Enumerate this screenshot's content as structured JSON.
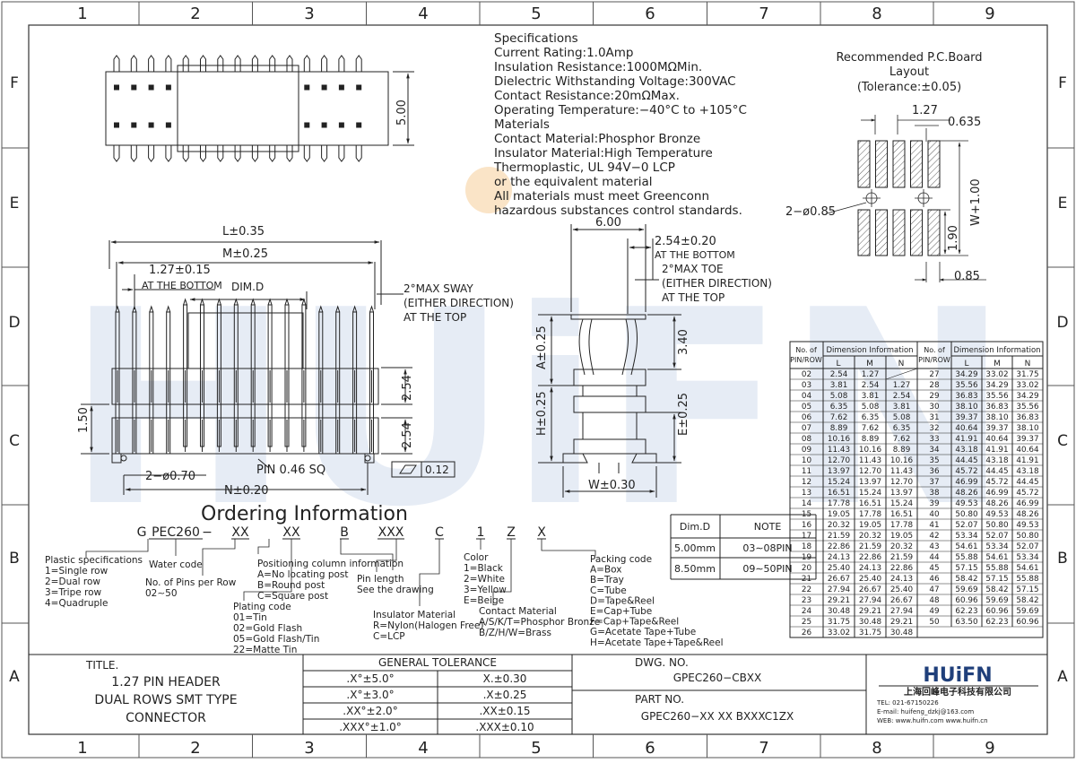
{
  "grid": {
    "columns": [
      "1",
      "2",
      "3",
      "4",
      "5",
      "6",
      "7",
      "8",
      "9"
    ],
    "rows": [
      "F",
      "E",
      "D",
      "C",
      "B",
      "A"
    ]
  },
  "watermark": "HUiFN",
  "specifications": {
    "lines": [
      "Specifications",
      "Current Rating:1.0Amp",
      "Insulation Resistance:1000MΩMin.",
      "Dielectric Withstanding Voltage:300VAC",
      "Contact Resistance:20mΩMax.",
      "Operating Temperature:−40°C to +105°C",
      "Materials",
      "Contact Material:Phosphor Bronze",
      "Insulator Material:High Temperature",
      "Thermoplastic, UL 94V−0 LCP",
      "or the equivalent material",
      "All materials must meet Greenconn",
      "hazardous substances control standards."
    ]
  },
  "pcb_layout": {
    "title_lines": [
      "Recommended P.C.Board",
      "Layout",
      "(Tolerance:±0.05)"
    ],
    "dims": {
      "pitch": "1.27",
      "pad_width": "0.635",
      "hole": "2−ø0.85",
      "w_dim": "W+1.00",
      "pad_len": "1.90",
      "offset": "0.85"
    }
  },
  "top_view": {
    "height_dim": "5.00"
  },
  "front_view": {
    "L": "L±0.35",
    "M": "M±0.25",
    "pitch": "1.27±0.15",
    "pitch_note": "AT THE BOTTOM",
    "dim_d": "DIM.D",
    "sway_lines": [
      "2°MAX SWAY",
      "(EITHER DIRECTION)",
      "AT THE TOP"
    ],
    "row1": "2.54",
    "row2": "2.54",
    "left_dim": "1.50",
    "holes": "2−ø0.70",
    "pin": "PIN 0.46 SQ",
    "flatness": "0.12",
    "N": "N±0.20"
  },
  "side_view": {
    "width": "6.00",
    "toe": "2.54±0.20",
    "toe_note": "AT THE BOTTOM",
    "toe_lines": [
      "2°MAX TOE",
      "(EITHER DIRECTION)",
      "AT THE TOP"
    ],
    "A": "A±0.25",
    "H": "H±0.25",
    "E": "E±0.25",
    "top": "3.40",
    "W": "W±0.30"
  },
  "ordering": {
    "title": "Ordering Information",
    "code": [
      "G",
      "PEC260",
      "−",
      "XX",
      "XX",
      "B",
      "XXX",
      "C",
      "1",
      "Z",
      "X"
    ],
    "plastic": [
      "Plastic specifications",
      "1=Single row",
      "2=Dual row",
      "3=Tripe row",
      "4=Quadruple"
    ],
    "water": "Water code",
    "pins": [
      "No. of Pins per Row",
      "02∼50"
    ],
    "plating": [
      "Plating code",
      "01=Tin",
      "02=Gold Flash",
      "05=Gold Flash/Tin",
      "22=Matte Tin"
    ],
    "positioning": [
      "Positioning column information",
      "A=No locating post",
      "B=Round post",
      "C=Square post"
    ],
    "pin_length": [
      "Pin length",
      "See the drawing"
    ],
    "insulator": [
      "Insulator Material",
      "R=Nylon(Halogen Free)",
      "C=LCP"
    ],
    "color": [
      "Color",
      "1=Black",
      "2=White",
      "3=Yellow",
      "E=Beige"
    ],
    "contact": [
      "Contact Material",
      "A/S/K/T=Phosphor Bronze",
      "B/Z/H/W=Brass"
    ],
    "packing": [
      "Packing code",
      "A=Box",
      "B=Tray",
      "C=Tube",
      "D=Tape&Reel",
      "E=Cap+Tube",
      "F=Cap+Tape&Reel",
      "G=Acetate Tape+Tube",
      "H=Acetate Tape+Tape&Reel"
    ]
  },
  "note_table": {
    "headers": [
      "Dim.D",
      "NOTE"
    ],
    "rows": [
      [
        "5.00mm",
        "03∼08PIN"
      ],
      [
        "8.50mm",
        "09∼50PIN"
      ]
    ]
  },
  "dimension_table": {
    "header_pins": [
      "No. of",
      "PIN/ROW"
    ],
    "header_info": "Dimension Information",
    "cols": [
      "L",
      "M",
      "N"
    ],
    "left": [
      [
        "02",
        "2.54",
        "1.27",
        ""
      ],
      [
        "03",
        "3.81",
        "2.54",
        "1.27"
      ],
      [
        "04",
        "5.08",
        "3.81",
        "2.54"
      ],
      [
        "05",
        "6.35",
        "5.08",
        "3.81"
      ],
      [
        "06",
        "7.62",
        "6.35",
        "5.08"
      ],
      [
        "07",
        "8.89",
        "7.62",
        "6.35"
      ],
      [
        "08",
        "10.16",
        "8.89",
        "7.62"
      ],
      [
        "09",
        "11.43",
        "10.16",
        "8.89"
      ],
      [
        "10",
        "12.70",
        "11.43",
        "10.16"
      ],
      [
        "11",
        "13.97",
        "12.70",
        "11.43"
      ],
      [
        "12",
        "15.24",
        "13.97",
        "12.70"
      ],
      [
        "13",
        "16.51",
        "15.24",
        "13.97"
      ],
      [
        "14",
        "17.78",
        "16.51",
        "15.24"
      ],
      [
        "15",
        "19.05",
        "17.78",
        "16.51"
      ],
      [
        "16",
        "20.32",
        "19.05",
        "17.78"
      ],
      [
        "17",
        "21.59",
        "20.32",
        "19.05"
      ],
      [
        "18",
        "22.86",
        "21.59",
        "20.32"
      ],
      [
        "19",
        "24.13",
        "22.86",
        "21.59"
      ],
      [
        "20",
        "25.40",
        "24.13",
        "22.86"
      ],
      [
        "21",
        "26.67",
        "25.40",
        "24.13"
      ],
      [
        "22",
        "27.94",
        "26.67",
        "25.40"
      ],
      [
        "23",
        "29.21",
        "27.94",
        "26.67"
      ],
      [
        "24",
        "30.48",
        "29.21",
        "27.94"
      ],
      [
        "25",
        "31.75",
        "30.48",
        "29.21"
      ],
      [
        "26",
        "33.02",
        "31.75",
        "30.48"
      ]
    ],
    "right": [
      [
        "27",
        "34.29",
        "33.02",
        "31.75"
      ],
      [
        "28",
        "35.56",
        "34.29",
        "33.02"
      ],
      [
        "29",
        "36.83",
        "35.56",
        "34.29"
      ],
      [
        "30",
        "38.10",
        "36.83",
        "35.56"
      ],
      [
        "31",
        "39.37",
        "38.10",
        "36.83"
      ],
      [
        "32",
        "40.64",
        "39.37",
        "38.10"
      ],
      [
        "33",
        "41.91",
        "40.64",
        "39.37"
      ],
      [
        "34",
        "43.18",
        "41.91",
        "40.64"
      ],
      [
        "35",
        "44.45",
        "43.18",
        "41.91"
      ],
      [
        "36",
        "45.72",
        "44.45",
        "43.18"
      ],
      [
        "37",
        "46.99",
        "45.72",
        "44.45"
      ],
      [
        "38",
        "48.26",
        "46.99",
        "45.72"
      ],
      [
        "39",
        "49.53",
        "48.26",
        "46.99"
      ],
      [
        "40",
        "50.80",
        "49.53",
        "48.26"
      ],
      [
        "41",
        "52.07",
        "50.80",
        "49.53"
      ],
      [
        "42",
        "53.34",
        "52.07",
        "50.80"
      ],
      [
        "43",
        "54.61",
        "53.34",
        "52.07"
      ],
      [
        "44",
        "55.88",
        "54.61",
        "53.34"
      ],
      [
        "45",
        "57.15",
        "55.88",
        "54.61"
      ],
      [
        "46",
        "58.42",
        "57.15",
        "55.88"
      ],
      [
        "47",
        "59.69",
        "58.42",
        "57.15"
      ],
      [
        "48",
        "60.96",
        "59.69",
        "58.42"
      ],
      [
        "49",
        "62.23",
        "60.96",
        "59.69"
      ],
      [
        "50",
        "63.50",
        "62.23",
        "60.96"
      ]
    ]
  },
  "title_block": {
    "title_label": "TITLE.",
    "title_lines": [
      "1.27 PIN HEADER",
      "DUAL ROWS SMT TYPE",
      "CONNECTOR"
    ],
    "tolerance_header": "GENERAL TOLERANCE",
    "tolerances": [
      [
        ".X°±5.0°",
        "X.±0.30"
      ],
      [
        ".X°±3.0°",
        ".X±0.25"
      ],
      [
        ".XX°±2.0°",
        ".XX±0.15"
      ],
      [
        ".XXX°±1.0°",
        ".XXX±0.10"
      ]
    ],
    "dwg_label": "DWG. NO.",
    "dwg_no": "GPEC260−CBXX",
    "part_label": "PART NO.",
    "part_no": "GPEC260−XX XX BXXXC1ZX",
    "brand": "HUiFN",
    "company": "上海回峰电子科技有限公司",
    "tel": "TEL: 021-67150226",
    "email": "E-mail: huifeng_dzkj@163.com",
    "web": "WEB: www.huifn.com   www.huifn.cn"
  }
}
